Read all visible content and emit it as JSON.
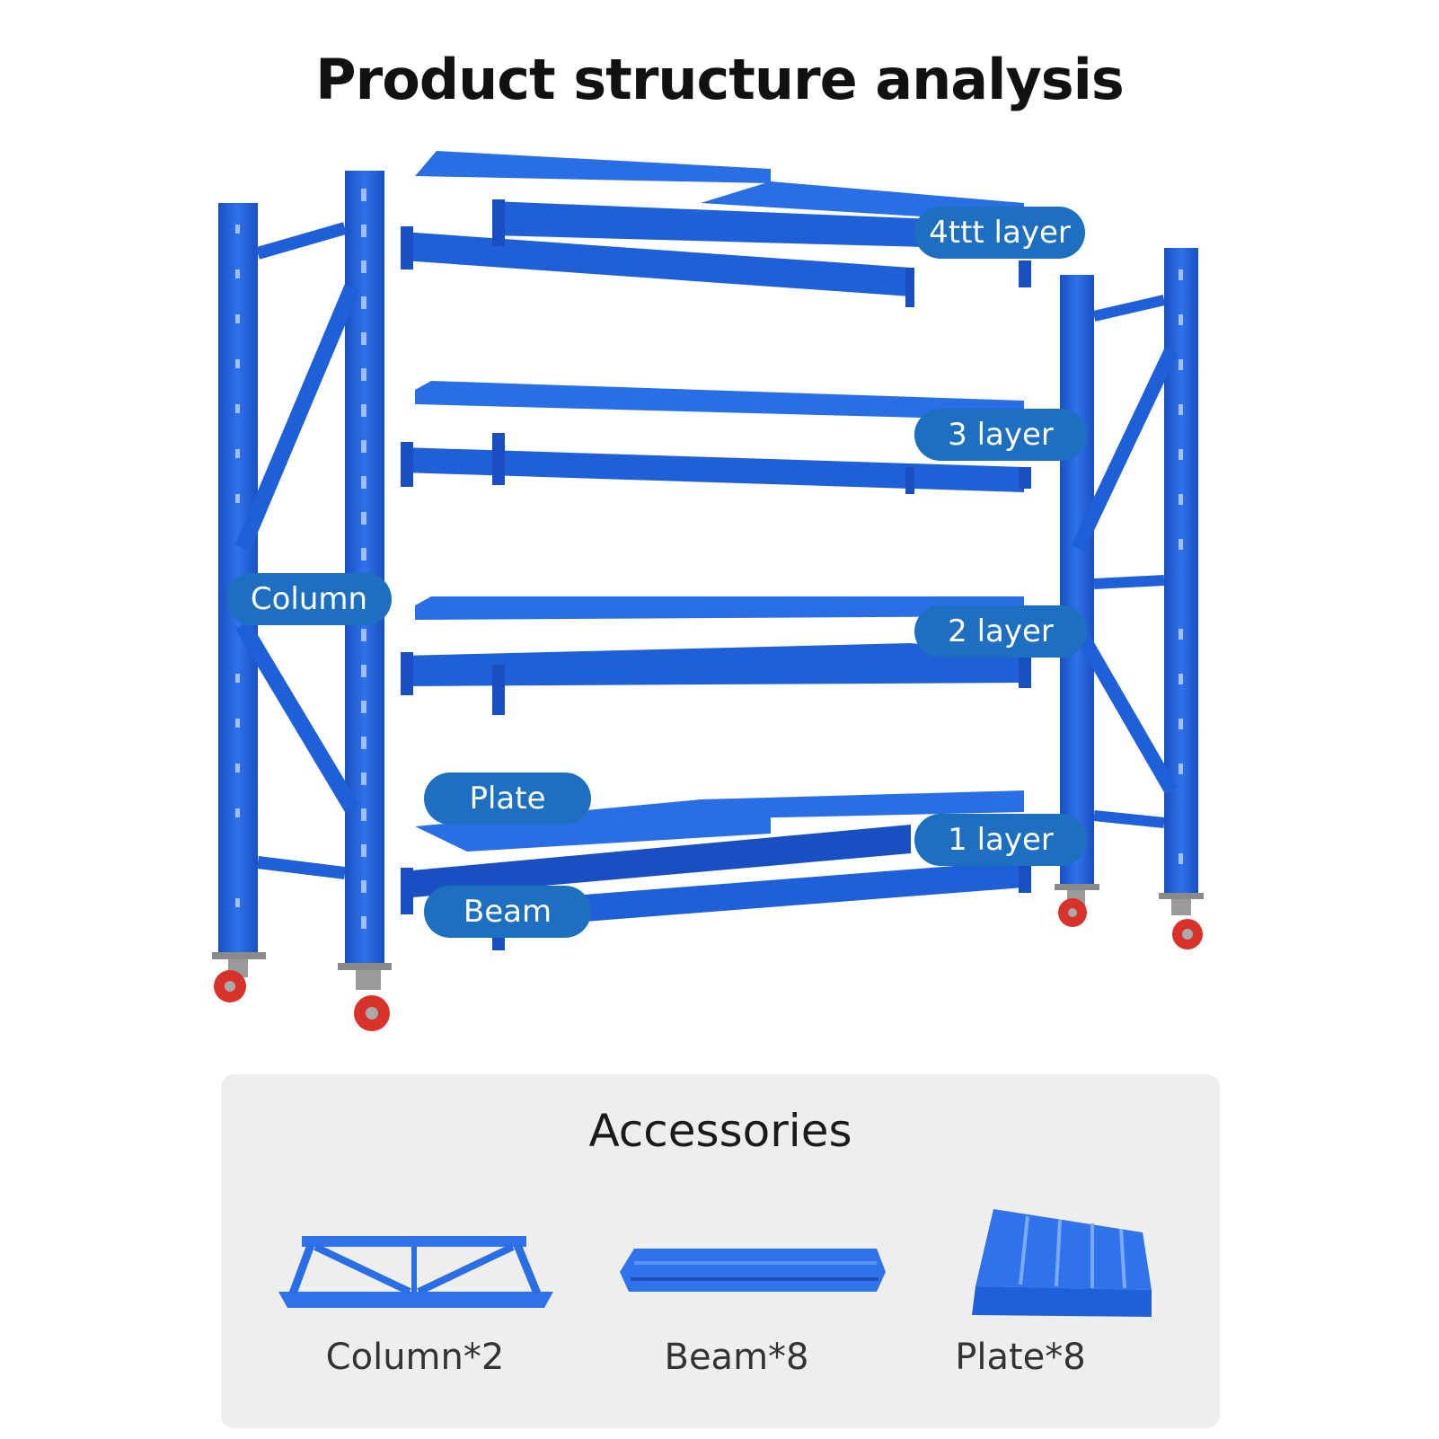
{
  "title": "Product structure analysis",
  "labels": {
    "layer4": "4ttt layer",
    "layer3": "3 layer",
    "layer2": "2 layer",
    "layer1": "1 layer",
    "column": "Column",
    "plate": "Plate",
    "beam": "Beam"
  },
  "accessories": {
    "title": "Accessories",
    "items": [
      {
        "label": "Column*2",
        "icon": "column-icon"
      },
      {
        "label": "Beam*8",
        "icon": "beam-icon"
      },
      {
        "label": "Plate*8",
        "icon": "plate-icon"
      }
    ]
  },
  "colors": {
    "steel_blue": "#1f5fd8",
    "label_blue": "#1e6fc0",
    "caster_red": "#d8332b",
    "panel_gray": "#eeeeee"
  }
}
